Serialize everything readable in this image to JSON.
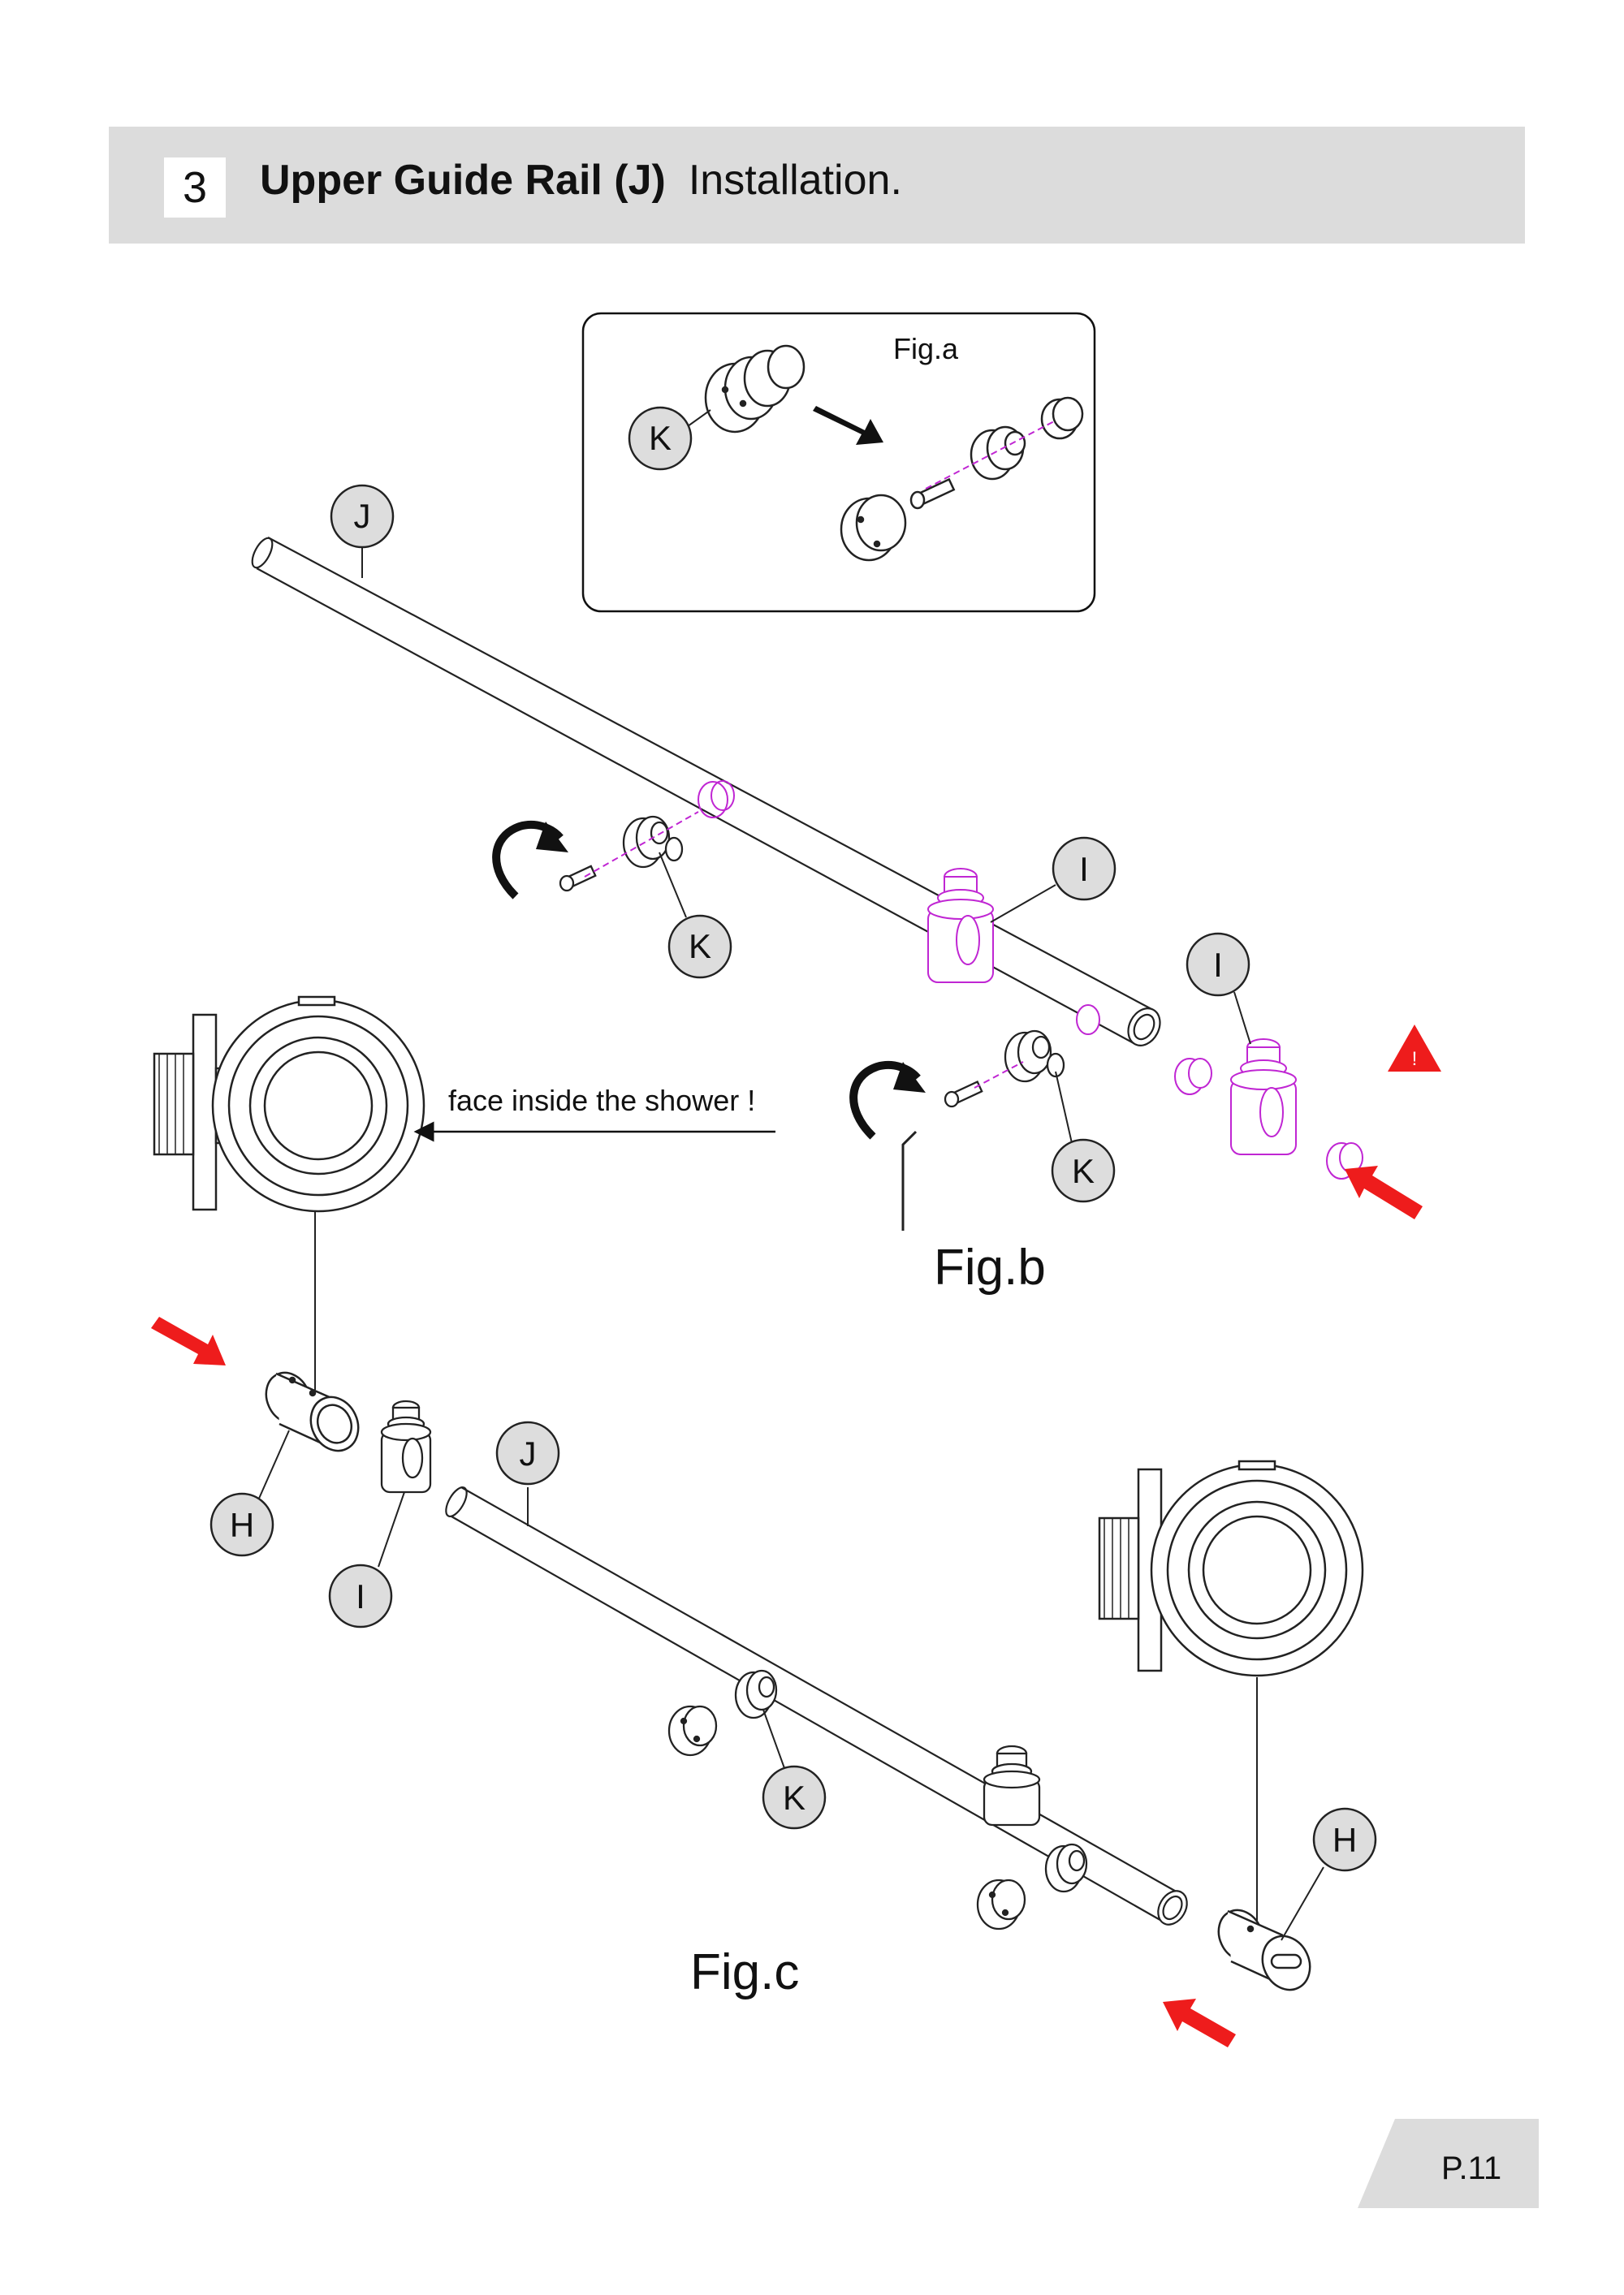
{
  "header": {
    "step": "3",
    "title_bold": "Upper Guide Rail (J)",
    "title_rest": "Installation."
  },
  "figures": {
    "a": "Fig.a",
    "b": "Fig.b",
    "c": "Fig.c"
  },
  "callouts": {
    "k_fig_a": "K",
    "j_fig_b": "J",
    "k_fig_b_upper": "K",
    "i_fig_b_upper": "I",
    "i_fig_b_lower": "I",
    "k_fig_b_lower": "K",
    "h_fig_c_left": "H",
    "i_fig_c": "I",
    "j_fig_c": "J",
    "k_fig_c": "K",
    "h_fig_c_right": "H"
  },
  "annotation": "face inside the shower !",
  "warning_symbol": "!",
  "page": "P.11",
  "colors": {
    "accent_red": "#ee1c1c",
    "magenta_part": "#c026d3",
    "line": "#222222",
    "header_bg": "#dcdcdc",
    "callout_fill": "#dddddd"
  }
}
